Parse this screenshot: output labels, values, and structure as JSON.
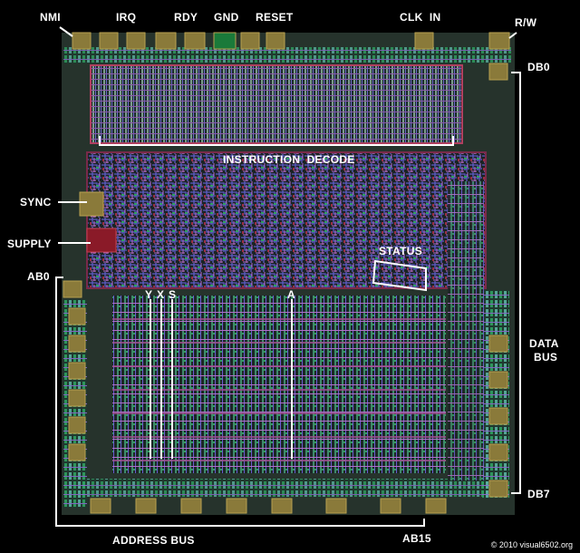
{
  "pins_top": {
    "nmi": "NMI",
    "irq": "IRQ",
    "rdy": "RDY",
    "gnd": "GND",
    "reset": "RESET",
    "clk_in": "CLK  IN",
    "rw": "R/W"
  },
  "pins_side": {
    "db0": "DB0",
    "db7": "DB7",
    "sync": "SYNC",
    "supply": "SUPPLY",
    "ab0": "AB0",
    "ab15": "AB15"
  },
  "regions": {
    "instruction_decode": "INSTRUCTION  DECODE",
    "status": "STATUS",
    "reg_y": "Y",
    "reg_x": "X",
    "reg_s": "S",
    "reg_a": "A",
    "data_bus_line1": "DATA",
    "data_bus_line2": "BUS",
    "address_bus": "ADDRESS BUS"
  },
  "credit": "© 2010 visual6502.org",
  "colors": {
    "background": "#000000",
    "die": "#2a3a2a",
    "pad": "#8a7a3a",
    "metal_blue": "#5a5ad0",
    "metal_violet": "#b070d0",
    "diffusion_green": "#2fa060",
    "poly_red": "#b03040",
    "label": "#ffffff"
  }
}
